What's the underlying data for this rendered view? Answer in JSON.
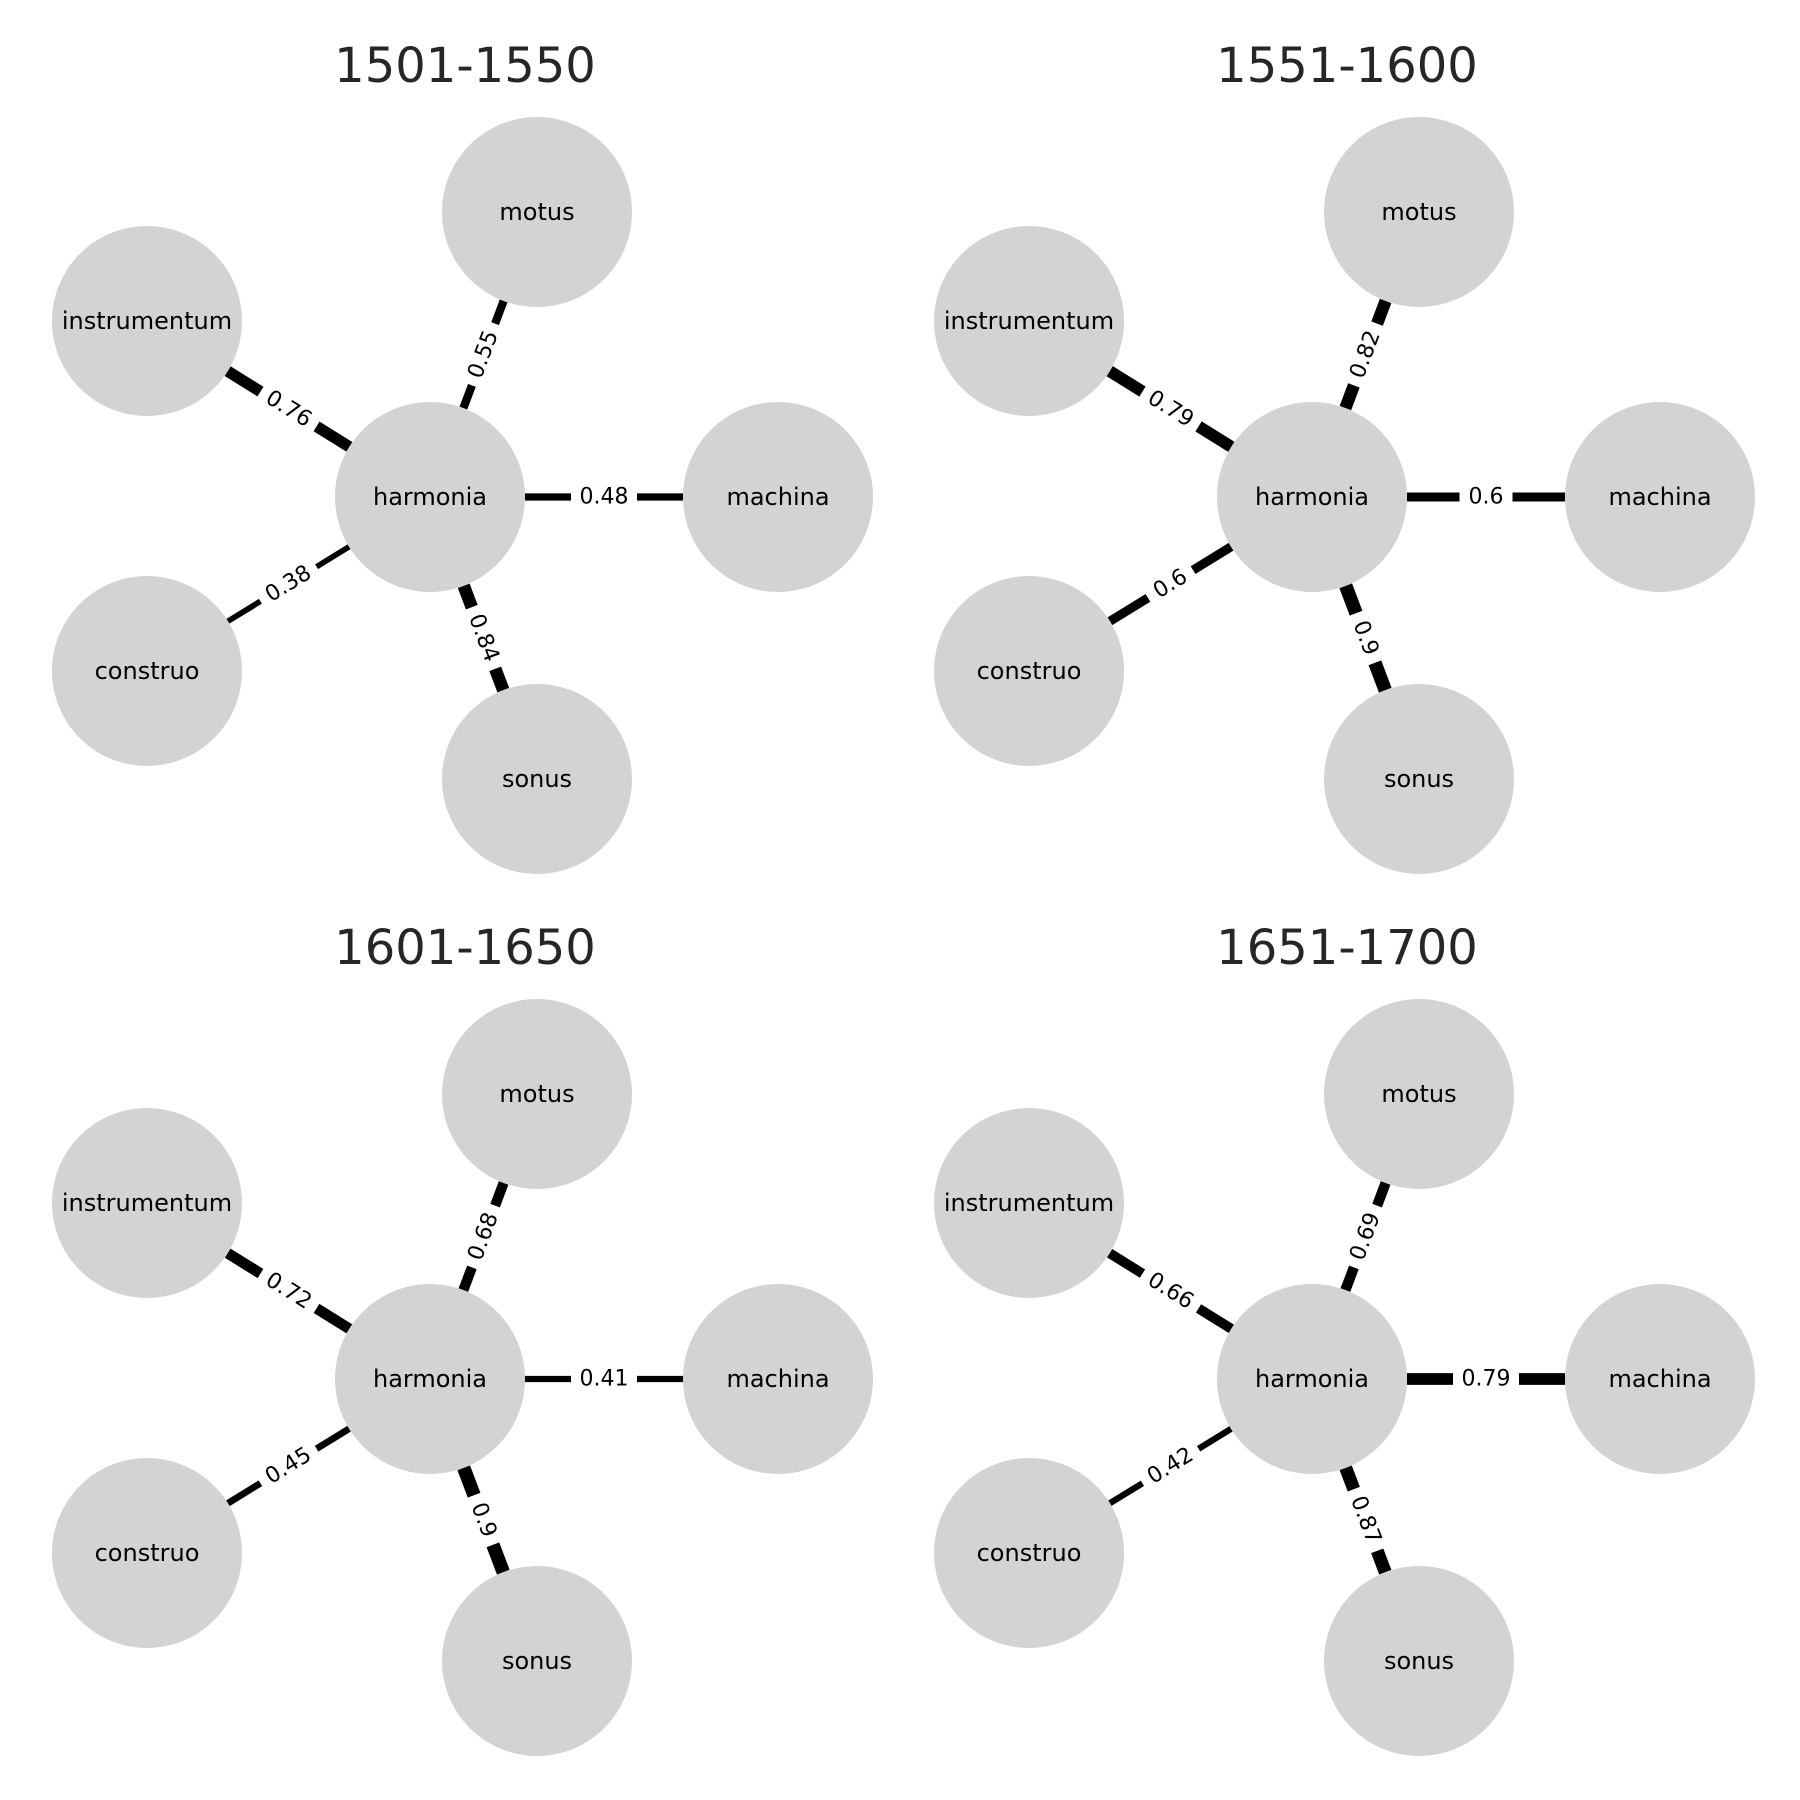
{
  "colors": {
    "node_fill": "#d3d3d3",
    "edge": "#000000",
    "title": "#262626",
    "background": "#ffffff"
  },
  "chart_data": [
    {
      "type": "network",
      "title": "1501-1550",
      "center_node": "harmonia",
      "nodes": [
        "harmonia",
        "motus",
        "instrumentum",
        "machina",
        "construo",
        "sonus"
      ],
      "edges": [
        {
          "source": "harmonia",
          "target": "motus",
          "weight": 0.55
        },
        {
          "source": "harmonia",
          "target": "instrumentum",
          "weight": 0.76
        },
        {
          "source": "harmonia",
          "target": "machina",
          "weight": 0.48
        },
        {
          "source": "harmonia",
          "target": "construo",
          "weight": 0.38
        },
        {
          "source": "harmonia",
          "target": "sonus",
          "weight": 0.84
        }
      ]
    },
    {
      "type": "network",
      "title": "1551-1600",
      "center_node": "harmonia",
      "nodes": [
        "harmonia",
        "motus",
        "instrumentum",
        "machina",
        "construo",
        "sonus"
      ],
      "edges": [
        {
          "source": "harmonia",
          "target": "motus",
          "weight": 0.82
        },
        {
          "source": "harmonia",
          "target": "instrumentum",
          "weight": 0.79
        },
        {
          "source": "harmonia",
          "target": "machina",
          "weight": 0.6
        },
        {
          "source": "harmonia",
          "target": "construo",
          "weight": 0.6
        },
        {
          "source": "harmonia",
          "target": "sonus",
          "weight": 0.9
        }
      ]
    },
    {
      "type": "network",
      "title": "1601-1650",
      "center_node": "harmonia",
      "nodes": [
        "harmonia",
        "motus",
        "instrumentum",
        "machina",
        "construo",
        "sonus"
      ],
      "edges": [
        {
          "source": "harmonia",
          "target": "motus",
          "weight": 0.68
        },
        {
          "source": "harmonia",
          "target": "instrumentum",
          "weight": 0.72
        },
        {
          "source": "harmonia",
          "target": "machina",
          "weight": 0.41
        },
        {
          "source": "harmonia",
          "target": "construo",
          "weight": 0.45
        },
        {
          "source": "harmonia",
          "target": "sonus",
          "weight": 0.9
        }
      ]
    },
    {
      "type": "network",
      "title": "1651-1700",
      "center_node": "harmonia",
      "nodes": [
        "harmonia",
        "motus",
        "instrumentum",
        "machina",
        "construo",
        "sonus"
      ],
      "edges": [
        {
          "source": "harmonia",
          "target": "motus",
          "weight": 0.69
        },
        {
          "source": "harmonia",
          "target": "instrumentum",
          "weight": 0.66
        },
        {
          "source": "harmonia",
          "target": "machina",
          "weight": 0.79
        },
        {
          "source": "harmonia",
          "target": "construo",
          "weight": 0.42
        },
        {
          "source": "harmonia",
          "target": "sonus",
          "weight": 0.87
        }
      ]
    }
  ]
}
